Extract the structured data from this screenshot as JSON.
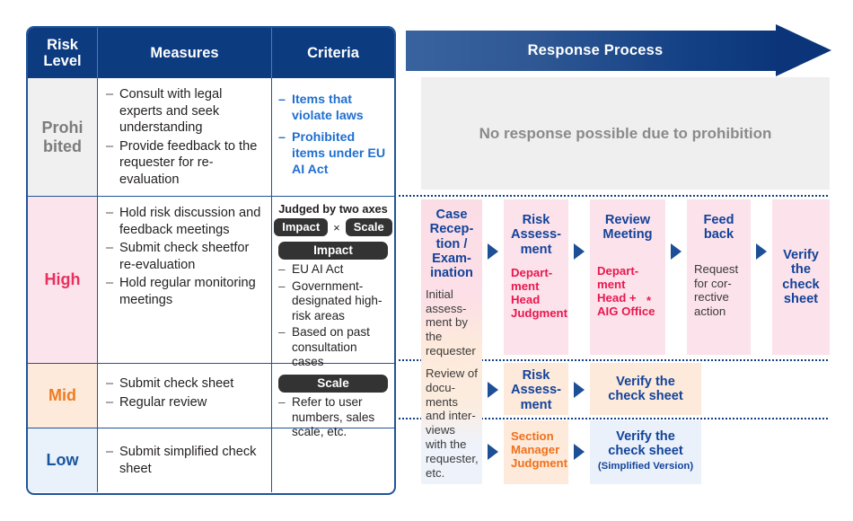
{
  "table": {
    "headers": {
      "risk_level": "Risk\nLevel",
      "measures": "Measures",
      "criteria": "Criteria"
    },
    "rows": [
      {
        "level": "Prohi\nbited",
        "measures": [
          "Consult with legal experts and seek understanding",
          "Provide feedback to the requester for re-evaluation"
        ]
      },
      {
        "level": "High",
        "measures": [
          "Hold risk discussion and feedback meetings",
          "Submit check sheetfor re-evaluation",
          "Hold regular monitoring meetings"
        ]
      },
      {
        "level": "Mid",
        "measures": [
          "Submit check sheet",
          "Regular review"
        ]
      },
      {
        "level": "Low",
        "measures": [
          "Submit simplified check sheet"
        ]
      }
    ],
    "criteria_prohibited": [
      "Items that violate laws",
      "Prohibited items under EU AI Act"
    ],
    "criteria_high": {
      "judged_title": "Judged by two axes",
      "pill_impact": "Impact",
      "times_symbol": "×",
      "pill_scale": "Scale",
      "impact_heading": "Impact",
      "impact_items": [
        "EU AI Act",
        "Government-designated high-risk areas",
        "Based on past consultation cases"
      ],
      "scale_heading": "Scale",
      "scale_items": [
        "Refer to user numbers, sales scale, etc."
      ]
    }
  },
  "response_process": {
    "banner_label": "Response Process",
    "prohibited_message": "No response possible due to prohibition",
    "shared_column": {
      "title": "Case\nRecep-\ntion /\nExam-\nination",
      "note_high": "Initial\nassess-\nment by\nthe\nrequester",
      "note_mid_low": "Review of\ndocu-\nments\nand inter-\nviews\nwith the\nrequester,\netc."
    },
    "high_steps": [
      {
        "title": "Risk\nAssess-\nment",
        "sub": "Depart-\nment\nHead\nJudgment",
        "sub_style": "red"
      },
      {
        "title": "Review\nMeeting",
        "sub": "Depart-\nment\nHead +\nAIG Office",
        "sub_style": "red",
        "has_asterisk": true,
        "asterisk": "*"
      },
      {
        "title": "Feed\nback",
        "sub": "Request\nfor cor-\nrective\naction",
        "sub_style": "gray"
      },
      {
        "title": "Verify\nthe\ncheck\nsheet",
        "sub": "",
        "sub_style": "none"
      }
    ],
    "mid_steps": [
      {
        "title": "Risk\nAssess-\nment",
        "sub": "",
        "sub_style": "none"
      },
      {
        "title": "Verify the\ncheck sheet",
        "sub": "",
        "sub_style": "none"
      }
    ],
    "low_steps": [
      {
        "title": "",
        "sub": "Section\nManager\nJudgment",
        "sub_style": "orange"
      },
      {
        "title": "Verify the\ncheck sheet",
        "note": "(Simplified Version)"
      }
    ]
  },
  "colors": {
    "header_navy": "#0d3b80",
    "border_blue": "#1f5599",
    "high_pink": "#fce2ea",
    "mid_peach": "#fdeadb",
    "low_blue": "#eaf1fb",
    "prohibited_gray": "#f0f0f0",
    "red_accent": "#e8184f",
    "orange_accent": "#f0701a",
    "title_blue": "#13439a"
  }
}
